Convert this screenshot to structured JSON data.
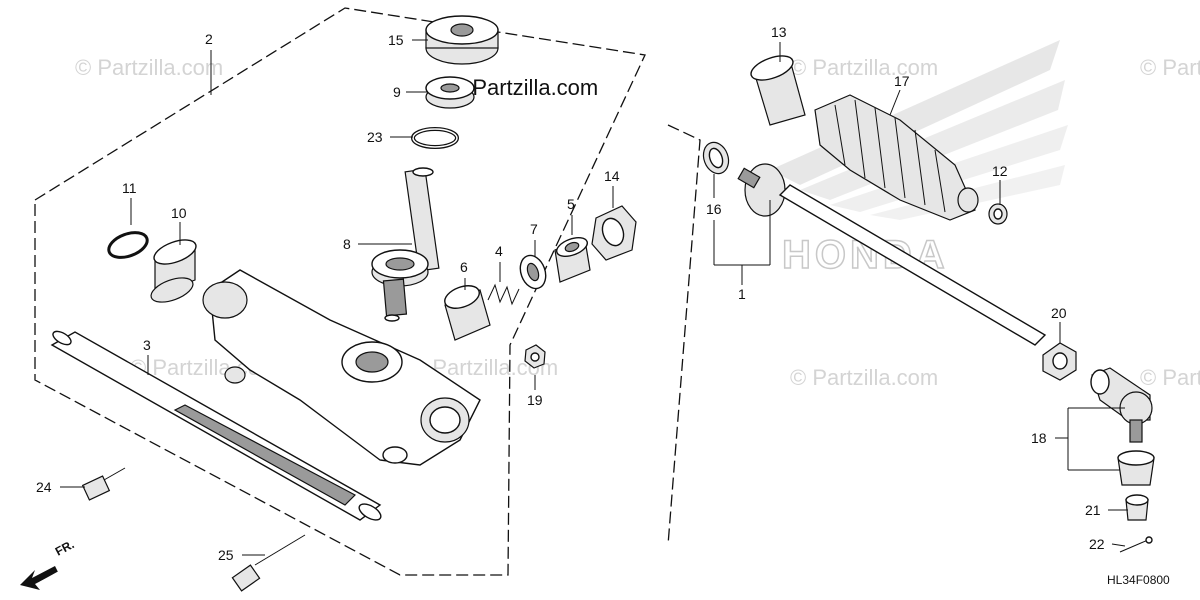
{
  "watermark": {
    "text": "© Partzilla.com",
    "center_text": "© Partzilla.com"
  },
  "brand": "HONDA",
  "drawing_code": "HL34F0800",
  "direction_label": "FR.",
  "callouts": [
    "1",
    "2",
    "3",
    "4",
    "5",
    "6",
    "7",
    "8",
    "9",
    "10",
    "11",
    "12",
    "13",
    "14",
    "15",
    "16",
    "17",
    "18",
    "19",
    "20",
    "21",
    "22",
    "23",
    "24",
    "25"
  ]
}
